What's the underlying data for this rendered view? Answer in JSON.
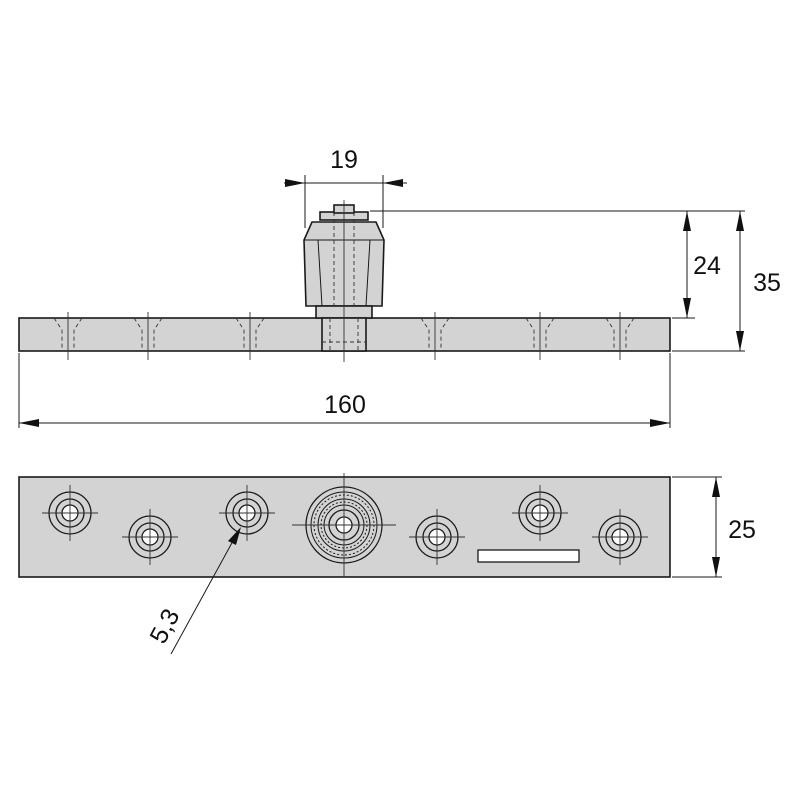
{
  "dimensions": {
    "pivot_width": "19",
    "pivot_height": "24",
    "total_height": "35",
    "plate_length": "160",
    "plate_width": "25",
    "hole_diameter": "5,3"
  },
  "colors": {
    "part_fill": "#d3d3d3",
    "line": "#1a1a1a",
    "background": "#ffffff"
  }
}
